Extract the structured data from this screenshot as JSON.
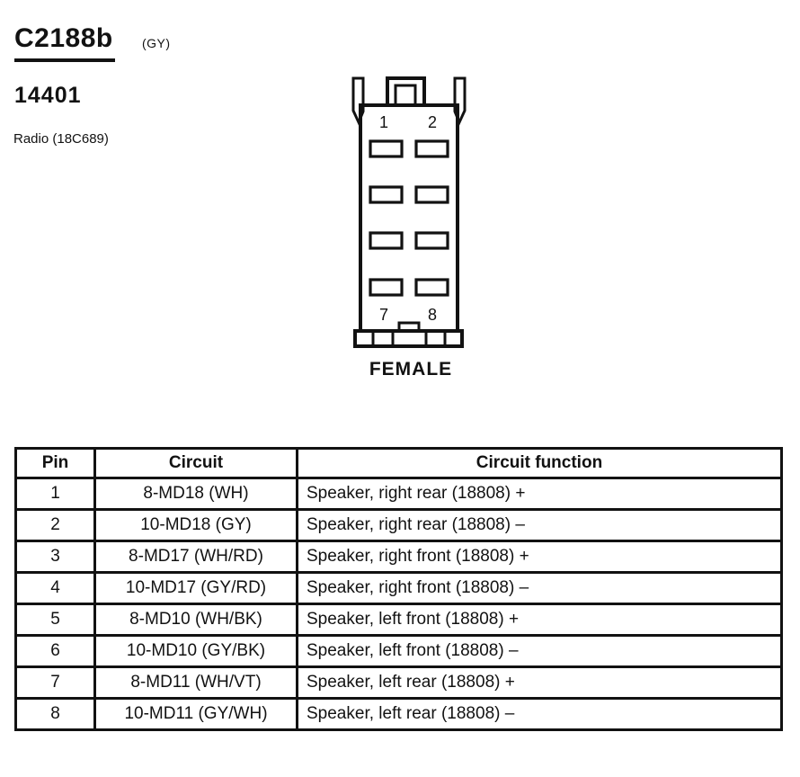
{
  "header": {
    "connector_id": "C2188b",
    "connector_color_code": "(GY)",
    "part_number": "14401",
    "component": "Radio (18C689)"
  },
  "connector_diagram": {
    "gender_label": "FEMALE",
    "top_left_pin": "1",
    "top_right_pin": "2",
    "bottom_left_pin": "7",
    "bottom_right_pin": "8"
  },
  "pinout_table": {
    "headers": [
      "Pin",
      "Circuit",
      "Circuit function"
    ],
    "rows": [
      {
        "pin": "1",
        "circuit": "8-MD18 (WH)",
        "function": "Speaker, right rear (18808) +"
      },
      {
        "pin": "2",
        "circuit": "10-MD18 (GY)",
        "function": "Speaker, right rear (18808) –"
      },
      {
        "pin": "3",
        "circuit": "8-MD17 (WH/RD)",
        "function": "Speaker, right front (18808) +"
      },
      {
        "pin": "4",
        "circuit": "10-MD17 (GY/RD)",
        "function": "Speaker, right front (18808) –"
      },
      {
        "pin": "5",
        "circuit": "8-MD10 (WH/BK)",
        "function": "Speaker, left front (18808) +"
      },
      {
        "pin": "6",
        "circuit": "10-MD10 (GY/BK)",
        "function": "Speaker, left front (18808) –"
      },
      {
        "pin": "7",
        "circuit": "8-MD11 (WH/VT)",
        "function": "Speaker, left rear (18808) +"
      },
      {
        "pin": "8",
        "circuit": "10-MD11 (GY/WH)",
        "function": "Speaker, left rear (18808) –"
      }
    ]
  },
  "colors": {
    "ink": "#121212",
    "paper": "#ffffff"
  }
}
